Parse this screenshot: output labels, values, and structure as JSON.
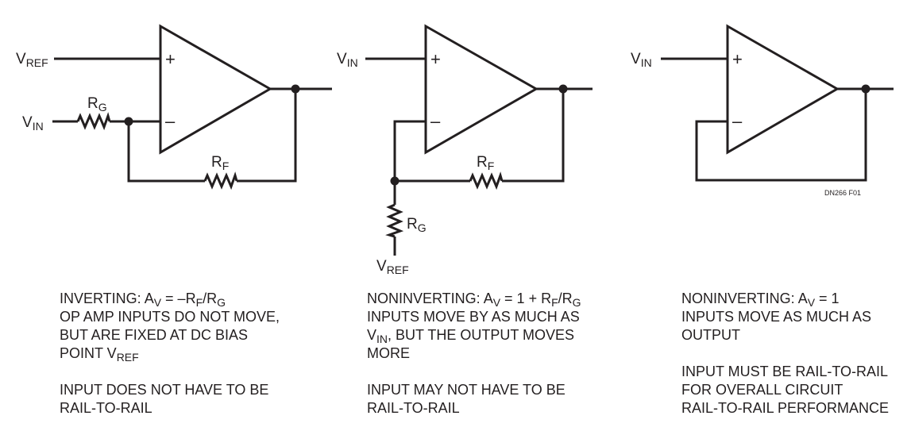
{
  "circuits": {
    "inverting": {
      "input_plus_label": {
        "main": "V",
        "sub": "REF"
      },
      "input_minus_label": {
        "main": "V",
        "sub": "IN"
      },
      "rg_label": {
        "main": "R",
        "sub": "G"
      },
      "rf_label": {
        "main": "R",
        "sub": "F"
      },
      "plus_sign": "+",
      "minus_sign": "–",
      "caption": {
        "line1": {
          "pre": "INVERTING: A",
          "s1": "V",
          "mid": " = –R",
          "s2": "F",
          "mid2": "/R",
          "s3": "G"
        },
        "line2": "OP AMP INPUTS DO NOT MOVE,",
        "line3": "BUT ARE FIXED AT DC BIAS",
        "line4": {
          "pre": "POINT V",
          "s1": "REF"
        },
        "line5": "INPUT DOES NOT HAVE TO BE",
        "line6": "RAIL-TO-RAIL"
      }
    },
    "noninverting_gain": {
      "input_plus_label": {
        "main": "V",
        "sub": "IN"
      },
      "rf_label": {
        "main": "R",
        "sub": "F"
      },
      "rg_label": {
        "main": "R",
        "sub": "G"
      },
      "ref_label": {
        "main": "V",
        "sub": "REF"
      },
      "plus_sign": "+",
      "minus_sign": "–",
      "caption": {
        "line1": {
          "pre": "NONINVERTING: A",
          "s1": "V",
          "mid": " = 1 + R",
          "s2": "F",
          "mid2": "/R",
          "s3": "G"
        },
        "line2": "INPUTS MOVE BY AS MUCH AS",
        "line3": {
          "pre": "V",
          "s1": "IN",
          "post": ", BUT THE OUTPUT MOVES"
        },
        "line4": "MORE",
        "line5": "INPUT MAY NOT HAVE TO BE",
        "line6": "RAIL-TO-RAIL"
      }
    },
    "follower": {
      "input_plus_label": {
        "main": "V",
        "sub": "IN"
      },
      "plus_sign": "+",
      "minus_sign": "–",
      "figure_id": "DN266 F01",
      "caption": {
        "line1": {
          "pre": "NONINVERTING: A",
          "s1": "V",
          "mid": " = 1"
        },
        "line2": "INPUTS MOVE AS MUCH AS",
        "line3": "OUTPUT",
        "line4": "INPUT MUST BE RAIL-TO-RAIL",
        "line5": "FOR OVERALL CIRCUIT",
        "line6": "RAIL-TO-RAIL PERFORMANCE"
      }
    }
  },
  "colors": {
    "ink": "#231f20",
    "background": "#ffffff"
  }
}
